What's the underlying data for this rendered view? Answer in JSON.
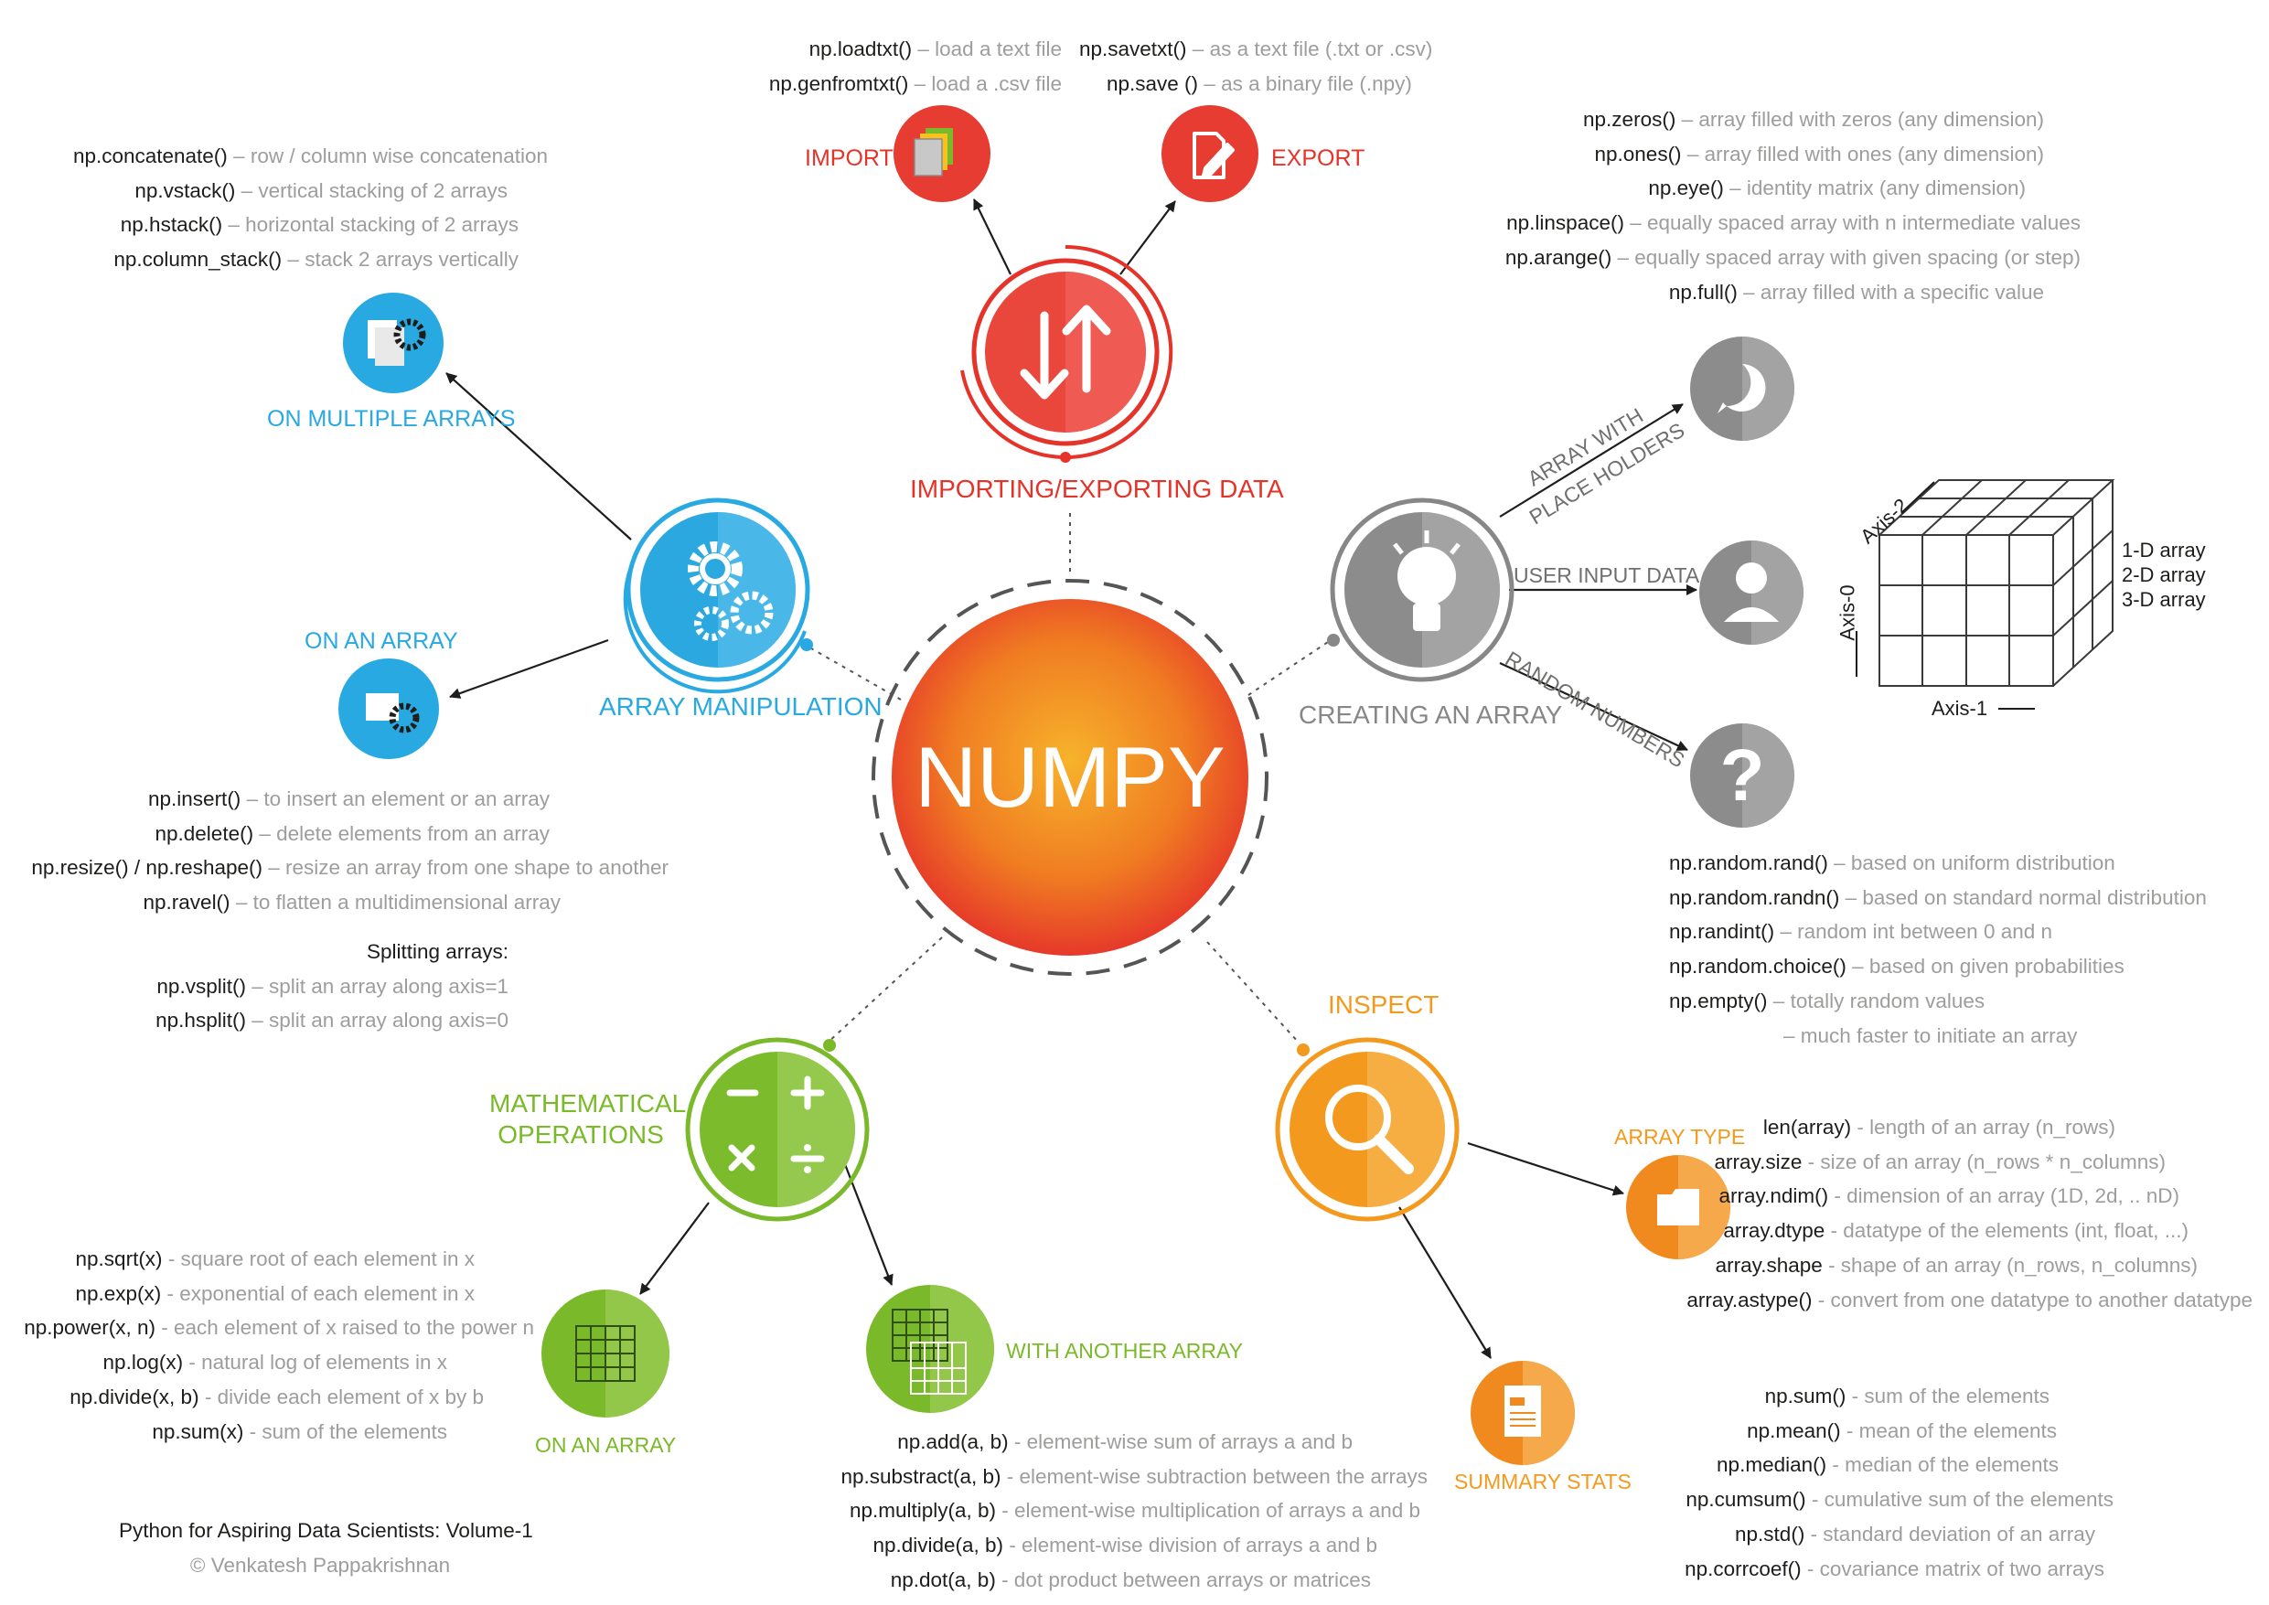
{
  "center": {
    "label": "NUMPY",
    "color": "#f08a1f"
  },
  "branches": {
    "import_export": {
      "label": "IMPORTING/EXPORTING DATA",
      "color": "#e5332a",
      "import": {
        "label": "IMPORT",
        "lines": [
          {
            "fn": "np.loadtxt()",
            "desc": " – load a text file"
          },
          {
            "fn": "np.genfromtxt()",
            "desc": " – load a .csv file"
          }
        ]
      },
      "export": {
        "label": "EXPORT",
        "lines": [
          {
            "fn": "np.savetxt()",
            "desc": " – as a text file (.txt or .csv)"
          },
          {
            "fn": "np.save ()",
            "desc": " – as a binary file (.npy)"
          }
        ]
      }
    },
    "array_manipulation": {
      "label": "ARRAY MANIPULATION",
      "color": "#29a9e1",
      "multiple": {
        "label": "ON MULTIPLE ARRAYS",
        "lines": [
          {
            "fn": "np.concatenate()",
            "desc": " – row / column wise concatenation"
          },
          {
            "fn": "np.vstack()",
            "desc": " – vertical stacking of 2 arrays"
          },
          {
            "fn": "np.hstack()",
            "desc": " – horizontal stacking of 2 arrays"
          },
          {
            "fn": "np.column_stack()",
            "desc": " – stack 2 arrays vertically"
          }
        ]
      },
      "single": {
        "label": "ON AN ARRAY",
        "lines": [
          {
            "fn": "np.insert()",
            "desc": " – to insert an element or an array"
          },
          {
            "fn": "np.delete()",
            "desc": " – delete elements from an array"
          },
          {
            "fn": "np.resize() / np.reshape()",
            "desc": " – resize an array from one shape to another"
          },
          {
            "fn": "np.ravel()",
            "desc": " – to flatten a multidimensional array"
          }
        ],
        "split_title": "Splitting arrays:",
        "split_lines": [
          {
            "fn": "np.vsplit()",
            "desc": " – split an array along axis=1"
          },
          {
            "fn": "np.hsplit()",
            "desc": " – split an array along axis=0"
          }
        ]
      }
    },
    "creating": {
      "label": "CREATING AN ARRAY",
      "color": "#878787",
      "placeholders": {
        "label_line1": "ARRAY WITH",
        "label_line2": "PLACE HOLDERS",
        "lines": [
          {
            "fn": "np.zeros()",
            "desc": " – array filled with zeros (any dimension)"
          },
          {
            "fn": "np.ones()",
            "desc": " – array filled with ones (any dimension)"
          },
          {
            "fn": "np.eye()",
            "desc": " – identity matrix (any dimension)"
          },
          {
            "fn": "np.linspace()",
            "desc": " – equally spaced array with n intermediate values"
          },
          {
            "fn": "np.arange()",
            "desc": " – equally spaced array with given spacing (or step)"
          },
          {
            "fn": "np.full()",
            "desc": " – array filled with a specific value"
          }
        ]
      },
      "user_input": {
        "label": "USER INPUT DATA",
        "cube": {
          "axis0": "Axis-0",
          "axis1": "Axis-1",
          "axis2": "Axis-2",
          "dims": [
            "1-D array",
            "2-D array",
            "3-D array"
          ]
        }
      },
      "random": {
        "label": "RANDOM NUMBERS",
        "lines": [
          {
            "fn": "np.random.rand()",
            "desc": " – based on uniform distribution"
          },
          {
            "fn": "np.random.randn()",
            "desc": " – based on standard normal distribution"
          },
          {
            "fn": "np.randint()",
            "desc": " – random int between 0 and n"
          },
          {
            "fn": "np.random.choice()",
            "desc": " – based on given probabilities"
          },
          {
            "fn": "np.empty()",
            "desc": " – totally random values"
          },
          {
            "fn": "",
            "desc": "– much faster to initiate an array"
          }
        ]
      }
    },
    "math": {
      "label_line1": "MATHEMATICAL",
      "label_line2": "OPERATIONS",
      "color": "#7ab929",
      "single": {
        "label": "ON AN ARRAY",
        "lines": [
          {
            "fn": "np.sqrt(x)",
            "desc": " - square root of each element in x"
          },
          {
            "fn": "np.exp(x)",
            "desc": " - exponential of each element in x"
          },
          {
            "fn": "np.power(x, n)",
            "desc": " - each element of x raised to the power n"
          },
          {
            "fn": "np.log(x)",
            "desc": " - natural log of elements in x"
          },
          {
            "fn": "np.divide(x, b)",
            "desc": " - divide each element of x by b"
          },
          {
            "fn": "np.sum(x)",
            "desc": " - sum of the elements"
          }
        ]
      },
      "another": {
        "label": "WITH ANOTHER ARRAY",
        "lines": [
          {
            "fn": "np.add(a, b)",
            "desc": " - element-wise sum of arrays a and b"
          },
          {
            "fn": "np.substract(a, b)",
            "desc": " - element-wise subtraction between the arrays"
          },
          {
            "fn": "np.multiply(a, b)",
            "desc": " - element-wise multiplication of arrays a and b"
          },
          {
            "fn": "np.divide(a, b)",
            "desc": " - element-wise division of arrays a and b"
          },
          {
            "fn": "np.dot(a, b)",
            "desc": " - dot product between arrays or matrices"
          }
        ]
      }
    },
    "inspect": {
      "label": "INSPECT",
      "color": "#f39a1e",
      "type": {
        "label": "ARRAY TYPE",
        "lines": [
          {
            "fn": "len(array)",
            "desc": " - length of an array (n_rows)"
          },
          {
            "fn": "array.size",
            "desc": " - size of an array (n_rows * n_columns)"
          },
          {
            "fn": "array.ndim()",
            "desc": " - dimension of an array (1D, 2d, .. nD)"
          },
          {
            "fn": "array.dtype",
            "desc": " - datatype of the elements (int, float, ...)"
          },
          {
            "fn": "array.shape",
            "desc": " - shape of an array (n_rows, n_columns)"
          },
          {
            "fn": "array.astype()",
            "desc": " - convert from one datatype to another datatype"
          }
        ]
      },
      "stats": {
        "label": "SUMMARY STATS",
        "lines": [
          {
            "fn": "np.sum()",
            "desc": " - sum of the elements"
          },
          {
            "fn": "np.mean()",
            "desc": " - mean of the elements"
          },
          {
            "fn": "np.median()",
            "desc": " - median of the  elements"
          },
          {
            "fn": "np.cumsum()",
            "desc": " - cumulative sum of the elements"
          },
          {
            "fn": "np.std()",
            "desc": " - standard deviation of an array"
          },
          {
            "fn": "np.corrcoef()",
            "desc": " - covariance matrix of two arrays"
          }
        ]
      }
    }
  },
  "footer": {
    "title": "Python for Aspiring Data Scientists: Volume-1",
    "credit": "© Venkatesh Pappakrishnan"
  }
}
